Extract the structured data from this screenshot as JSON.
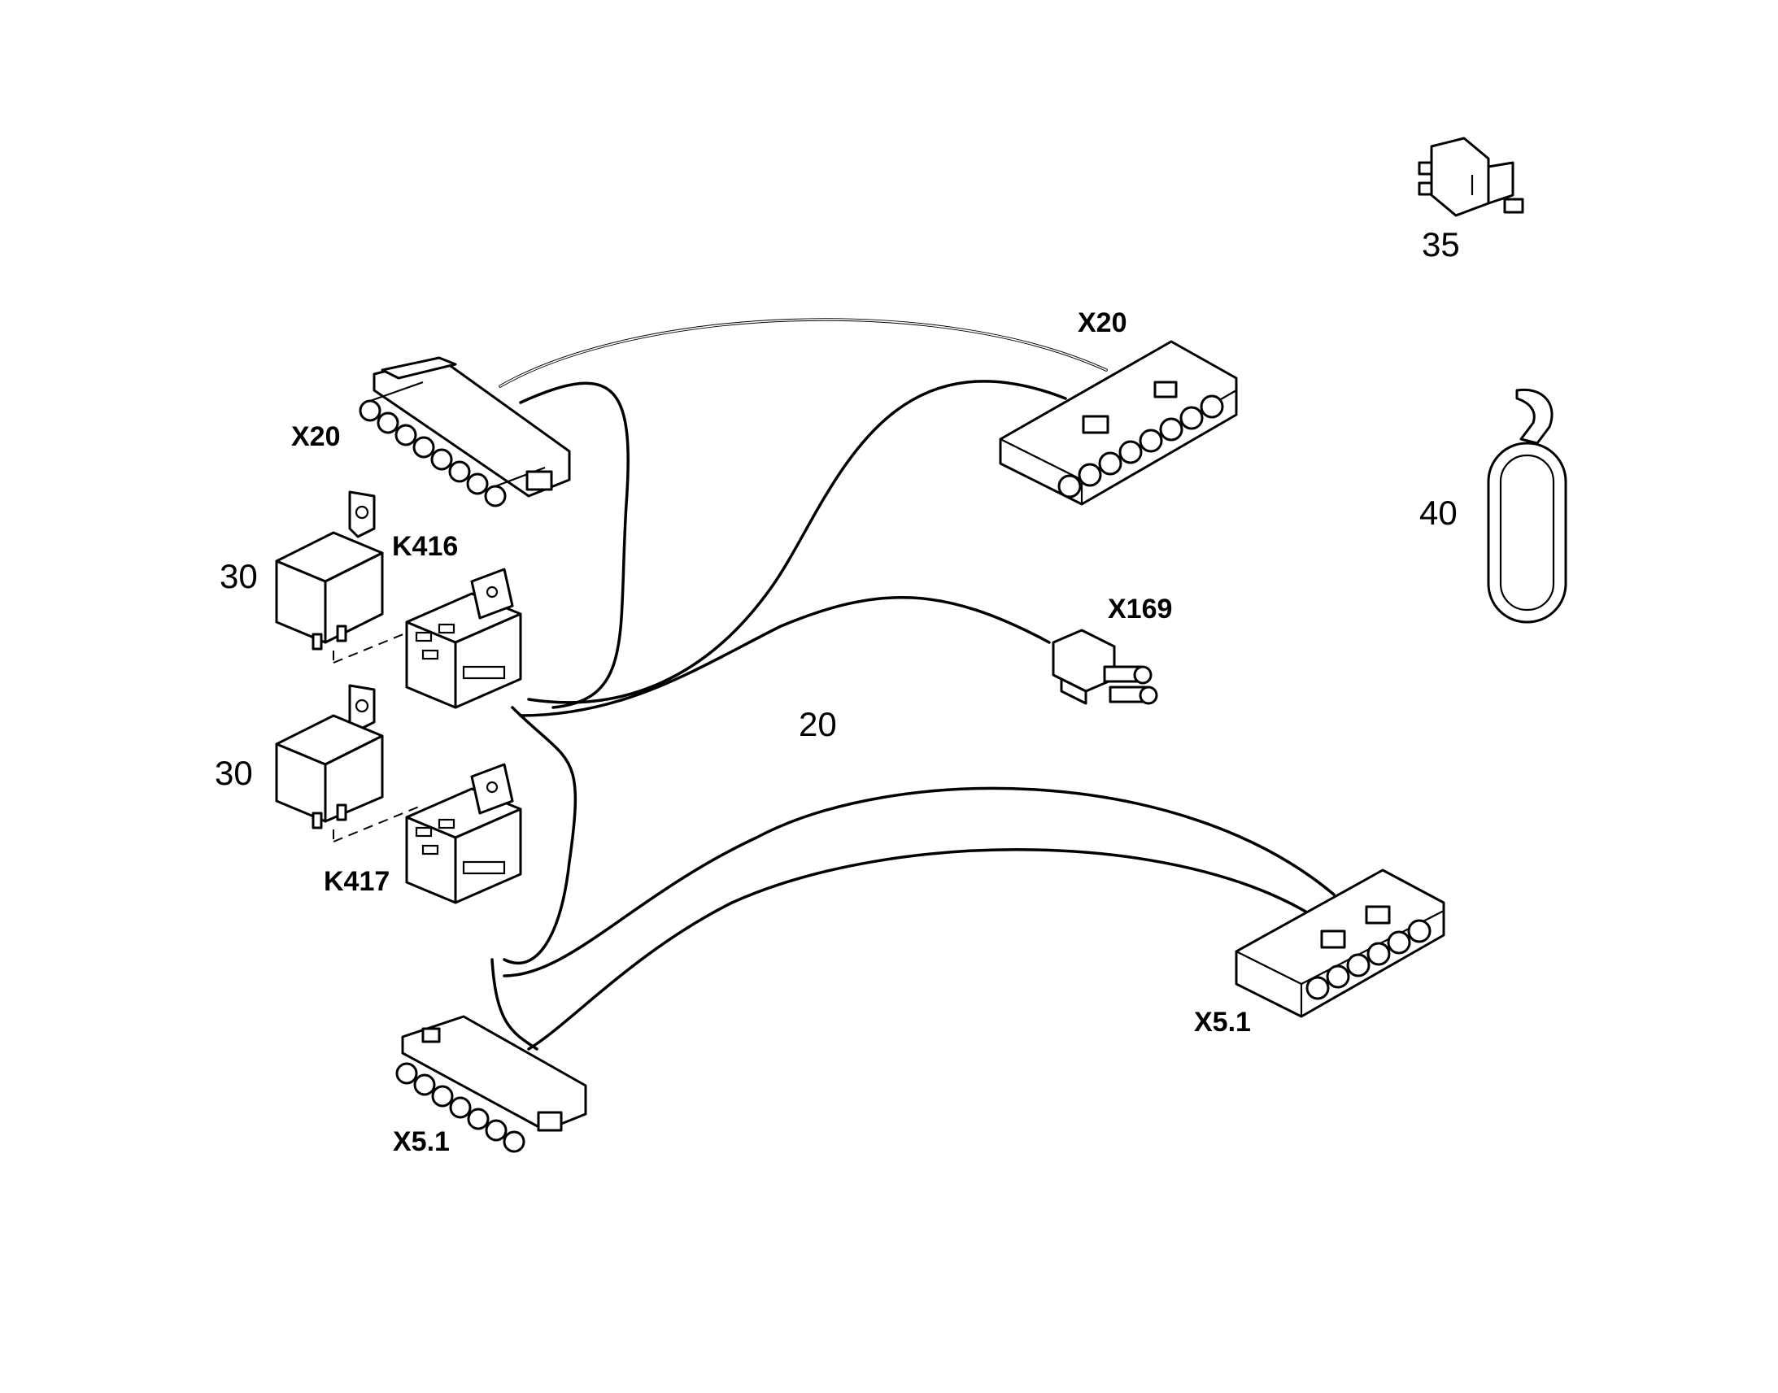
{
  "labels": {
    "x20_left": "X20",
    "x20_right": "X20",
    "k416": "K416",
    "k417": "K417",
    "x169": "X169",
    "x51_left": "X5.1",
    "x51_right": "X5.1",
    "item_20": "20",
    "item_30_top": "30",
    "item_30_bottom": "30",
    "item_35": "35",
    "item_40": "40"
  },
  "colors": {
    "line": "#000000",
    "background": "#ffffff"
  }
}
